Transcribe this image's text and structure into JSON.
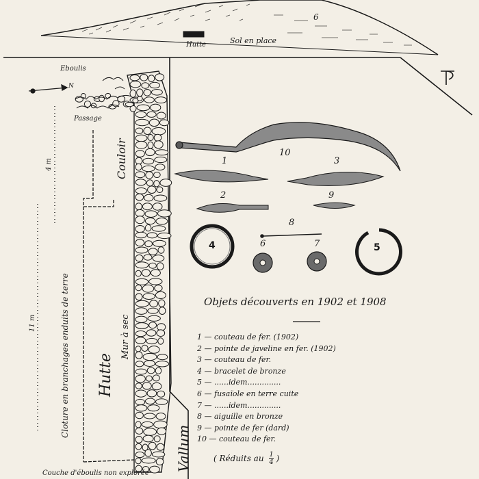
{
  "section_labels": {
    "hutte_top": "Hutte",
    "sol_en_place": "Sol en place",
    "layer_6": "6",
    "eboulis": "Eboulis",
    "north_arrow": "N",
    "passage": "Passage",
    "couloir": "Couloir",
    "mur_a_sec": "Mur à sec",
    "hutte_plan": "Hutte",
    "cloture": "Cloture en branchages enduits de terre",
    "vallum": "Vallum",
    "couche": "Couche d'éboulis non explorée",
    "dim_upper": "4 m",
    "dim_lower": "11 m",
    "monogram": "JP"
  },
  "artifacts": {
    "title": "Objets découverts en 1902 et 1908",
    "labels": [
      "1",
      "2",
      "3",
      "4",
      "5",
      "6",
      "7",
      "8",
      "9",
      "10"
    ],
    "legend": [
      "1 — couteau de fer. (1902)",
      "2 — pointe de javeline en fer. (1902)",
      "3 — couteau de fer.",
      "4 — bracelet de bronze",
      "5 — ......idem..............",
      "6 — fusaïole en terre cuite",
      "7 — ......idem..............",
      "8 — aiguille en bronze",
      "9 — pointe de fer (dard)",
      "10 — couteau de fer."
    ],
    "scale_text": "( Réduits au",
    "scale_num": "1",
    "scale_den": "4",
    "scale_close": ")"
  },
  "colors": {
    "ink": "#1a1a1a",
    "paper": "#f3efe6"
  }
}
